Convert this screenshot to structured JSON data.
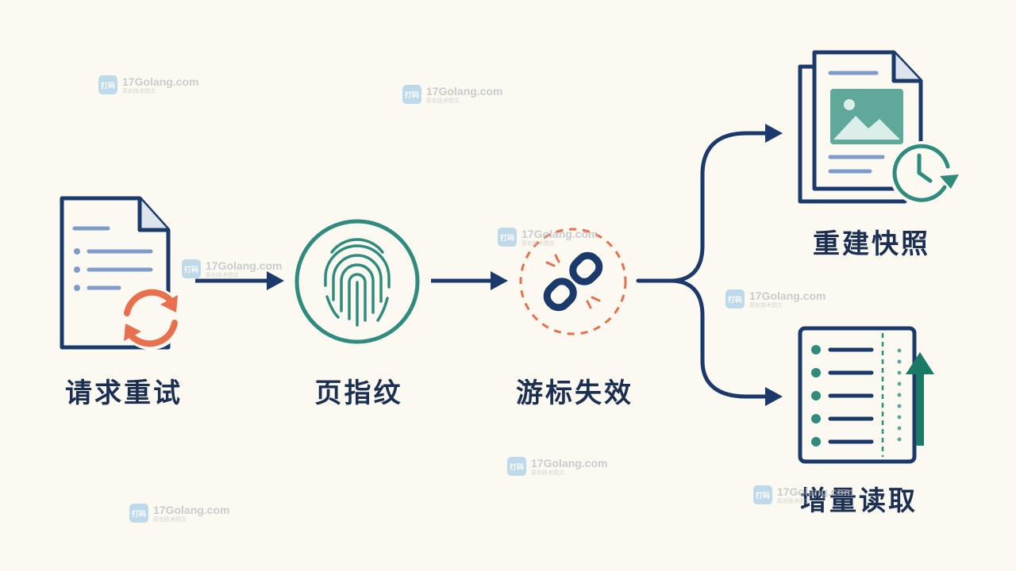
{
  "steps": [
    {
      "label": "请求重试",
      "icon": "document-retry-icon"
    },
    {
      "label": "页指纹",
      "icon": "fingerprint-icon"
    },
    {
      "label": "游标失效",
      "icon": "broken-link-icon"
    }
  ],
  "outcomes": [
    {
      "label": "重建快照",
      "icon": "snapshot-rebuild-icon"
    },
    {
      "label": "增量读取",
      "icon": "incremental-read-icon"
    }
  ],
  "watermark": {
    "site": "17Golang.com",
    "tagline": "原创技术图文",
    "logo_text": "打码"
  },
  "colors": {
    "navy": "#1B3A6B",
    "teal": "#2E8B7E",
    "orange": "#E8704F",
    "blue_line": "#7F9CC9",
    "background": "#FCF9F1"
  }
}
